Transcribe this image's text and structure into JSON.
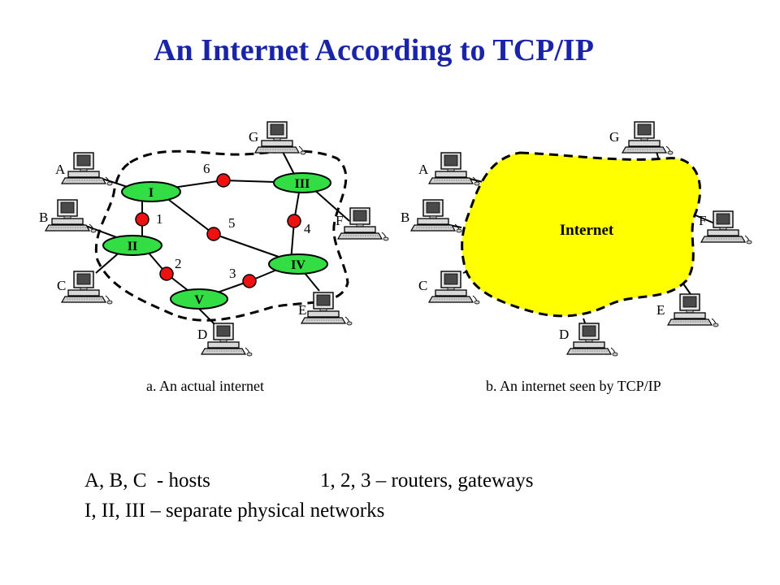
{
  "title": "An Internet According to TCP/IP",
  "panel_a": {
    "caption": "a. An actual internet",
    "hosts": {
      "A": "A",
      "B": "B",
      "C": "C",
      "D": "D",
      "E": "E",
      "F": "F",
      "G": "G"
    },
    "networks": {
      "I": "I",
      "II": "II",
      "III": "III",
      "IV": "IV",
      "V": "V"
    },
    "routers": {
      "1": "1",
      "2": "2",
      "3": "3",
      "4": "4",
      "5": "5",
      "6": "6"
    }
  },
  "panel_b": {
    "caption": "b. An internet seen by TCP/IP",
    "cloud_label": "Internet",
    "hosts": {
      "A": "A",
      "B": "B",
      "C": "C",
      "D": "D",
      "E": "E",
      "F": "F",
      "G": "G"
    }
  },
  "legend": {
    "hosts_text": "A, B, C  - hosts",
    "routers_text": "1, 2, 3 – routers, gateways",
    "networks_text": "I, II, III – separate physical networks"
  },
  "colors": {
    "title": "#1a24a8",
    "network_fill": "#33dd44",
    "router_fill": "#ee1111",
    "cloud_fill": "#ffff00"
  }
}
